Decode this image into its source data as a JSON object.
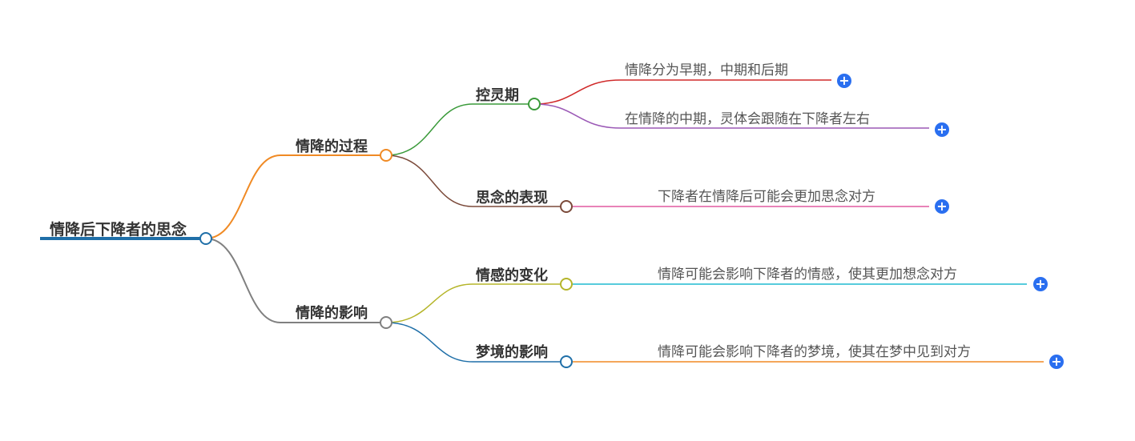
{
  "root": {
    "label": "情降后下降者的思念",
    "color": "#1f6fa8"
  },
  "branches": [
    {
      "label": "情降的过程",
      "color": "#f08a24",
      "children": [
        {
          "label": "控灵期",
          "color": "#3a9a3a",
          "children": [
            {
              "label": "情降分为早期，中期和后期",
              "color": "#d02a2a"
            },
            {
              "label": "在情降的中期，灵体会跟随在下降者左右",
              "color": "#9b59b6"
            }
          ]
        },
        {
          "label": "思念的表现",
          "color": "#7b4a3a",
          "children": [
            {
              "label": "下降者在情降后可能会更加思念对方",
              "color": "#e05aa0"
            }
          ]
        }
      ]
    },
    {
      "label": "情降的影响",
      "color": "#808080",
      "children": [
        {
          "label": "情感的变化",
          "color": "#b5b52a",
          "children": [
            {
              "label": "情降可能会影响下降者的情感，使其更加想念对方",
              "color": "#1fbad0"
            }
          ]
        },
        {
          "label": "梦境的影响",
          "color": "#1f6fa8",
          "children": [
            {
              "label": "情降可能会影响下降者的梦境，使其在梦中见到对方",
              "color": "#f08a24"
            }
          ]
        }
      ]
    }
  ],
  "expand_icon": "plus-icon"
}
